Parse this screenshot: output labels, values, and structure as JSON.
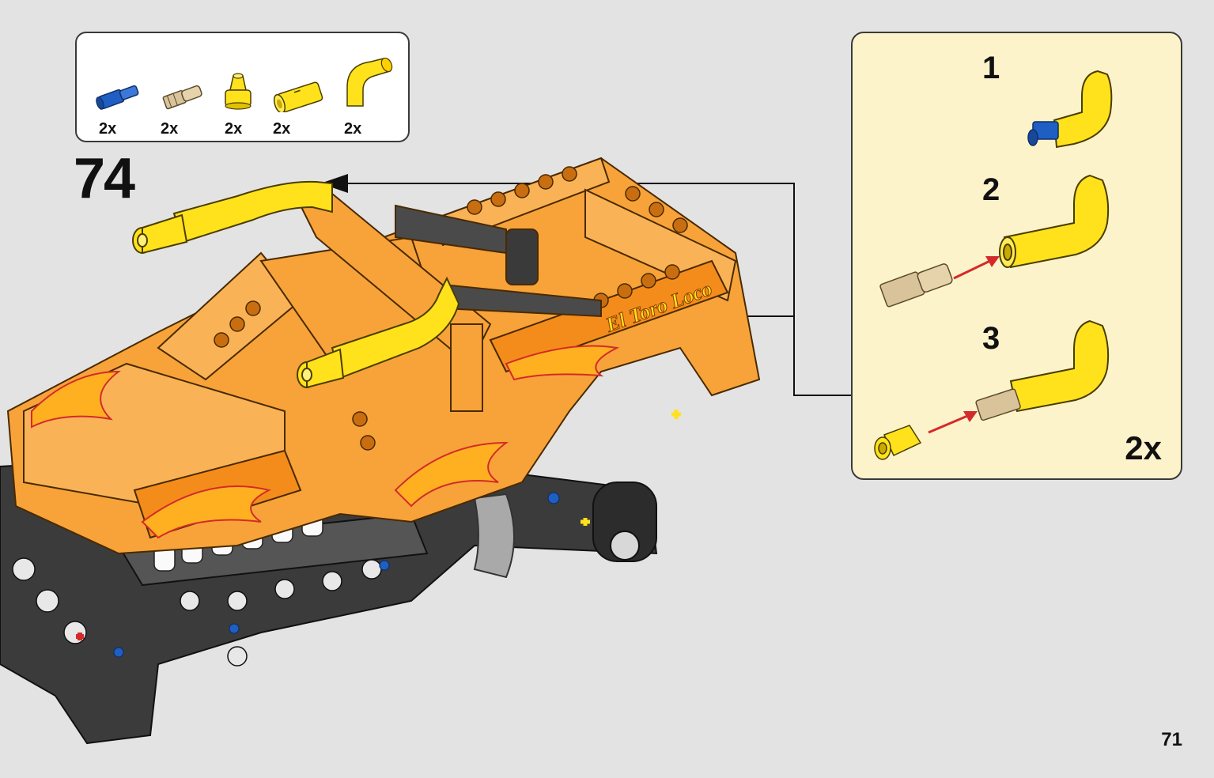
{
  "step": {
    "number": "74"
  },
  "parts": [
    {
      "icon": "blue-pin-icon",
      "qty": "2x"
    },
    {
      "icon": "tan-axle-pin-icon",
      "qty": "2x"
    },
    {
      "icon": "yellow-cone-icon",
      "qty": "2x"
    },
    {
      "icon": "yellow-tube-icon",
      "qty": "2x"
    },
    {
      "icon": "yellow-curved-pipe-icon",
      "qty": "2x"
    }
  ],
  "subassembly": {
    "steps": [
      "1",
      "2",
      "3"
    ],
    "multiplier": "2x"
  },
  "model_text": {
    "decal": "El Toro Loco"
  },
  "page": {
    "number": "71"
  },
  "colors": {
    "background": "#e3e3e3",
    "callout_bg": "#fdf3cb",
    "orange": "#f7a33a",
    "yellow": "#ffe21c",
    "blue": "#1f5fc4",
    "tan": "#d9c39a",
    "dark_gray": "#3b3b3b",
    "arrow_red": "#d32b2b"
  }
}
